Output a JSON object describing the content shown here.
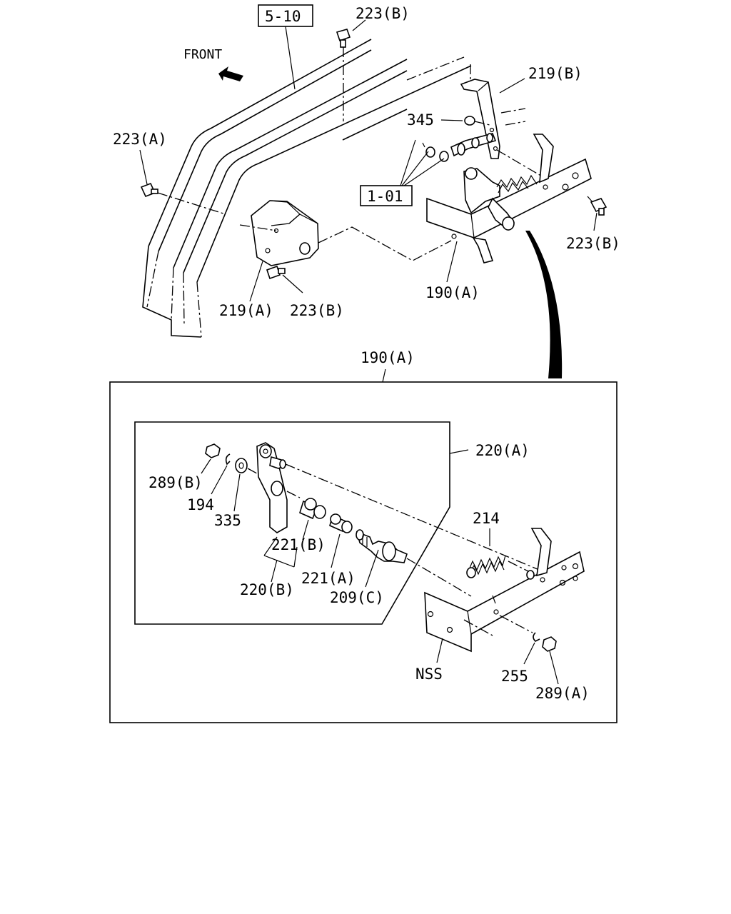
{
  "labels": {
    "ref_5_10": "5-10",
    "ref_1_01": "1-01",
    "front": "FRONT",
    "p223b_top": "223(B)",
    "p219b": "219(B)",
    "p345": "345",
    "p223a": "223(A)",
    "p223b_right": "223(B)",
    "p190a_upper": "190(A)",
    "p219a": "219(A)",
    "p223b_lower": "223(B)",
    "p190a_detail": "190(A)",
    "p220a": "220(A)",
    "p289b": "289(B)",
    "p194": "194",
    "p335": "335",
    "p214": "214",
    "p221b": "221(B)",
    "p221a": "221(A)",
    "p220b": "220(B)",
    "p209c": "209(C)",
    "nss": "NSS",
    "p255": "255",
    "p289a": "289(A)"
  }
}
